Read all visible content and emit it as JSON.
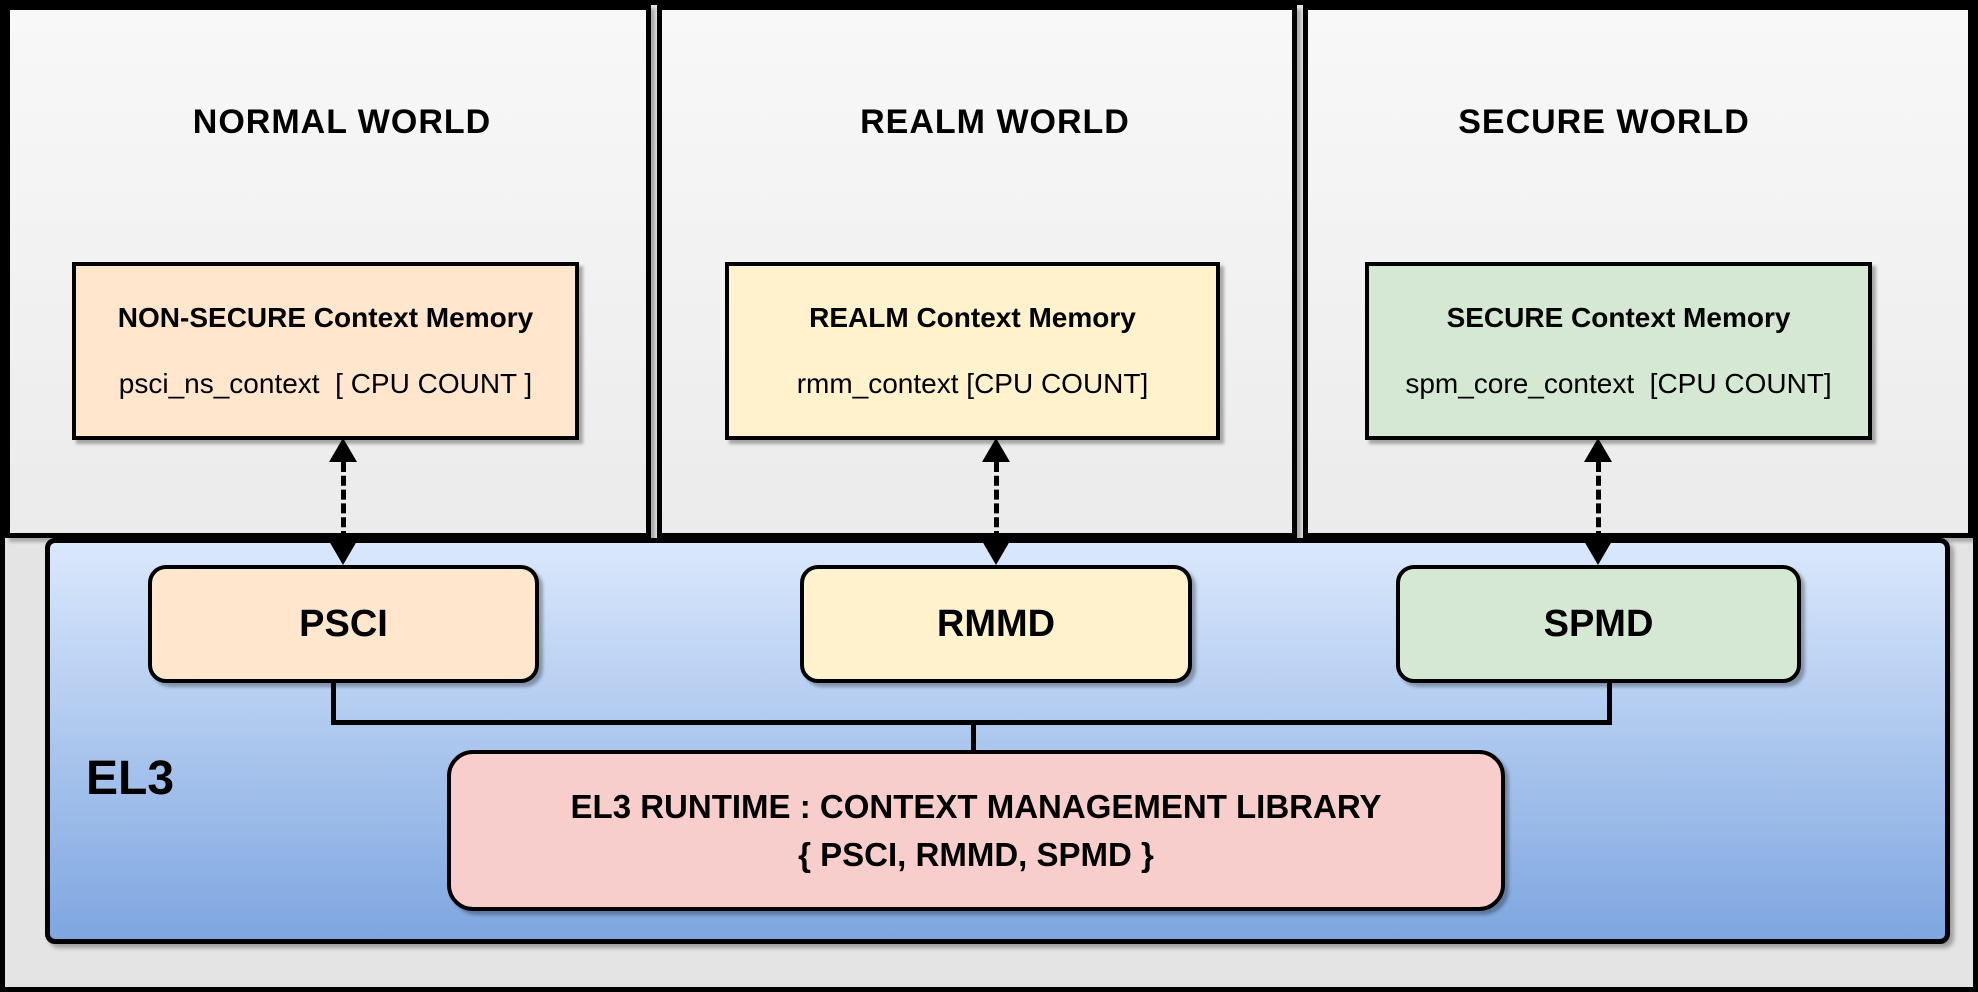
{
  "worlds": [
    {
      "id": "normal",
      "title": "NORMAL WORLD",
      "memory_box": {
        "title": "NON-SECURE Context Memory",
        "subtitle": "psci_ns_context  [ CPU COUNT ]"
      },
      "el3_component": "PSCI"
    },
    {
      "id": "realm",
      "title": "REALM WORLD",
      "memory_box": {
        "title": "REALM Context Memory",
        "subtitle": "rmm_context [CPU COUNT]"
      },
      "el3_component": "RMMD"
    },
    {
      "id": "secure",
      "title": "SECURE WORLD",
      "memory_box": {
        "title": "SECURE Context Memory",
        "subtitle": "spm_core_context  [CPU COUNT]"
      },
      "el3_component": "SPMD"
    }
  ],
  "el3_region": {
    "label": "EL3",
    "runtime_box": {
      "line1": "EL3 RUNTIME : CONTEXT MANAGEMENT LIBRARY",
      "line2": "{ PSCI, RMMD, SPMD }"
    }
  },
  "colors": {
    "normal_fill": "#ffe6cc",
    "realm_fill": "#fff2cc",
    "secure_fill": "#d5e8d4",
    "runtime_fill": "#f8cecc",
    "el3_gradient_top": "#dae8fc",
    "el3_gradient_bottom": "#7ea6e0",
    "panel_fill": "#f5f5f5",
    "stroke": "#000000"
  }
}
